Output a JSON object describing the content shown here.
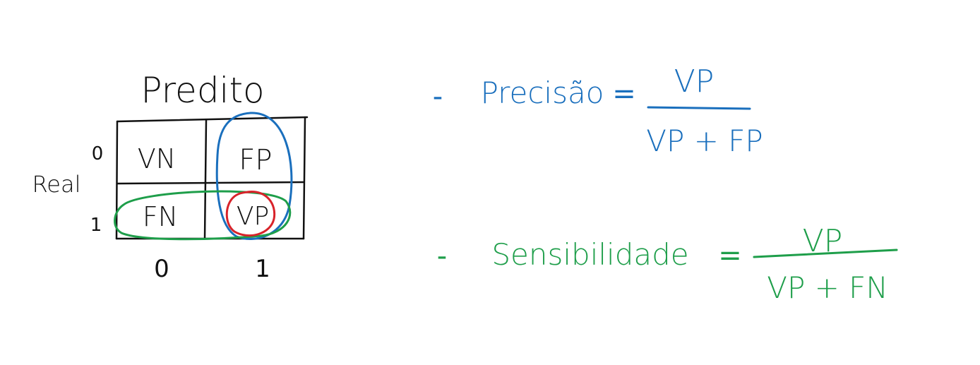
{
  "colors": {
    "ink": "#111111",
    "precision": "#1a6fbd",
    "sensitivity": "#1e9e4a",
    "highlight": "#d8232a"
  },
  "matrix": {
    "col_header": "Predito",
    "row_header": "Real",
    "row_labels": [
      "0",
      "1"
    ],
    "col_labels": [
      "0",
      "1"
    ],
    "cells": [
      [
        "VN",
        "FP"
      ],
      [
        "FN",
        "VP"
      ]
    ]
  },
  "formulas": {
    "precision": {
      "bullet": "-",
      "name": "Precisão",
      "equals": "=",
      "numerator": "VP",
      "denominator": "VP + FP"
    },
    "sensitivity": {
      "bullet": "-",
      "name": "Sensibilidade",
      "equals": "=",
      "numerator": "VP",
      "denominator": "VP + FN"
    }
  }
}
